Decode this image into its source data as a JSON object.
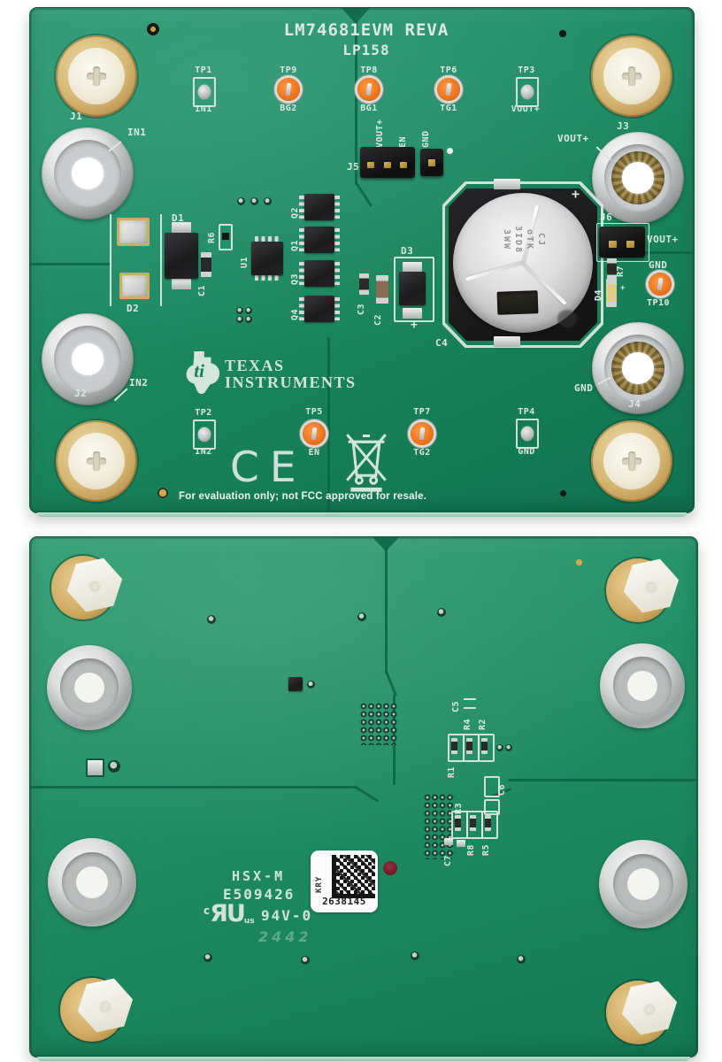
{
  "front": {
    "title": "LM74681EVM REVA",
    "subtitle": "LP158",
    "notice": "For evaluation only; not FCC approved for resale.",
    "brand_top": "TEXAS",
    "brand_bottom": "INSTRUMENTS",
    "ce": "CE",
    "plus": "+",
    "tp": {
      "tp1": {
        "ref": "TP1",
        "sig": "IN1"
      },
      "tp9": {
        "ref": "TP9",
        "sig": "BG2"
      },
      "tp8": {
        "ref": "TP8",
        "sig": "BG1"
      },
      "tp6": {
        "ref": "TP6",
        "sig": "TG1"
      },
      "tp3": {
        "ref": "TP3",
        "sig": "VOUT+"
      },
      "tp2": {
        "ref": "TP2",
        "sig": "IN2"
      },
      "tp5": {
        "ref": "TP5",
        "sig": "EN"
      },
      "tp7": {
        "ref": "TP7",
        "sig": "TG2"
      },
      "tp4": {
        "ref": "TP4",
        "sig": "GND"
      },
      "tp10": {
        "ref": "TP10",
        "sig": "GND"
      }
    },
    "j": {
      "j1": {
        "ref": "J1",
        "sig": "IN1"
      },
      "j2": {
        "ref": "J2",
        "sig": "IN2"
      },
      "j3": {
        "ref": "J3",
        "sig": "VOUT+"
      },
      "j4": {
        "ref": "J4",
        "sig": "GND"
      },
      "j5": {
        "ref": "J5",
        "p1": "VOUT+",
        "p2": "EN",
        "p3": "GND"
      },
      "j6": {
        "ref": "J6",
        "sig": "VOUT+"
      }
    },
    "parts": {
      "d1": "D1",
      "d2": "D2",
      "d3": "D3",
      "d4": "D4",
      "r6": "R6",
      "r7": "R7",
      "c1": "C1",
      "c2": "C2",
      "c3": "C3",
      "c4": "C4",
      "u1": "U1",
      "q1": "Q1",
      "q2": "Q2",
      "q3": "Q3",
      "q4": "Q4"
    },
    "cap_marking": {
      "l1": "CJ",
      "l2": "oTK",
      "l3": "3ID8",
      "l4": "3WW"
    }
  },
  "back": {
    "parts": {
      "c5": "C5",
      "r1": "R1",
      "r4": "R4",
      "r2": "R2",
      "r3": "R3",
      "c6": "C6",
      "c7": "C7",
      "r8": "R8",
      "r5": "R5"
    },
    "mfg": {
      "line1": "HSX-M",
      "line2": "E509426",
      "ul_c": "c",
      "ul_ru": "ЯU",
      "ul_us": "us",
      "rating": "94V-0",
      "date": "2442"
    },
    "label": {
      "side": "KRY",
      "serial": "2638145"
    }
  }
}
